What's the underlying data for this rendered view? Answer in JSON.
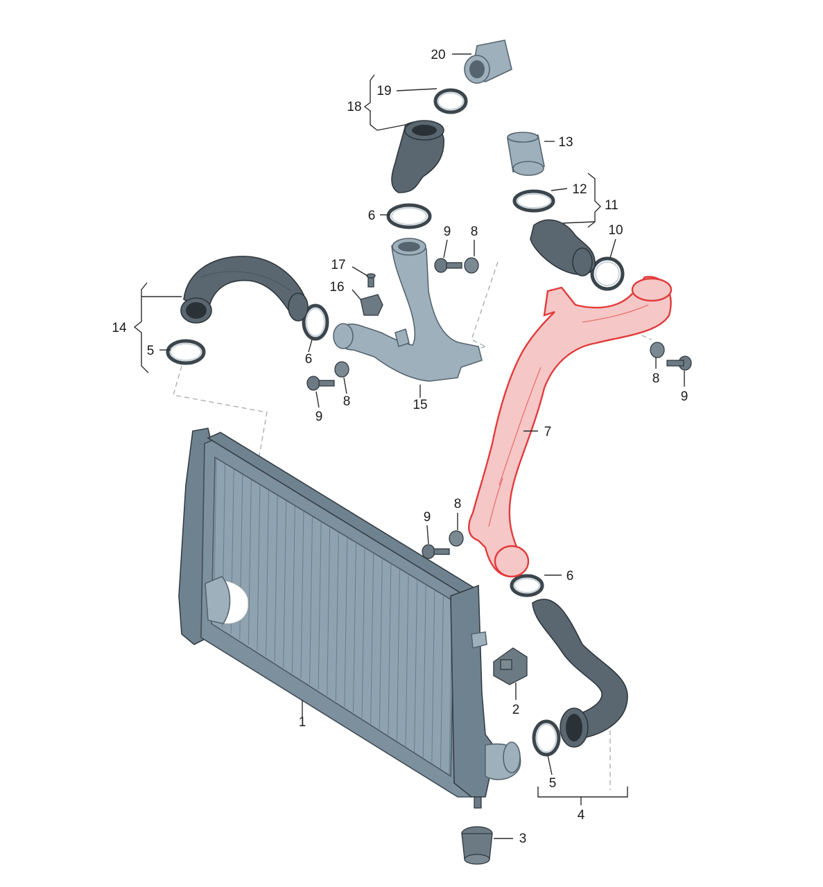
{
  "diagram": {
    "highlight_color": "#e23a3a",
    "part_color": "#8ea2b0",
    "hose_color": "#5b6770",
    "callouts": {
      "c1": "1",
      "c2": "2",
      "c3": "3",
      "c4": "4",
      "c5a": "5",
      "c5b": "5",
      "c6a": "6",
      "c6b": "6",
      "c6c": "6",
      "c7": "7",
      "c8a": "8",
      "c8b": "8",
      "c8c": "8",
      "c8d": "8",
      "c9a": "9",
      "c9b": "9",
      "c9c": "9",
      "c9d": "9",
      "c10": "10",
      "c11": "11",
      "c12": "12",
      "c13": "13",
      "c14": "14",
      "c15": "15",
      "c16": "16",
      "c17": "17",
      "c18": "18",
      "c19": "19",
      "c20": "20"
    }
  }
}
